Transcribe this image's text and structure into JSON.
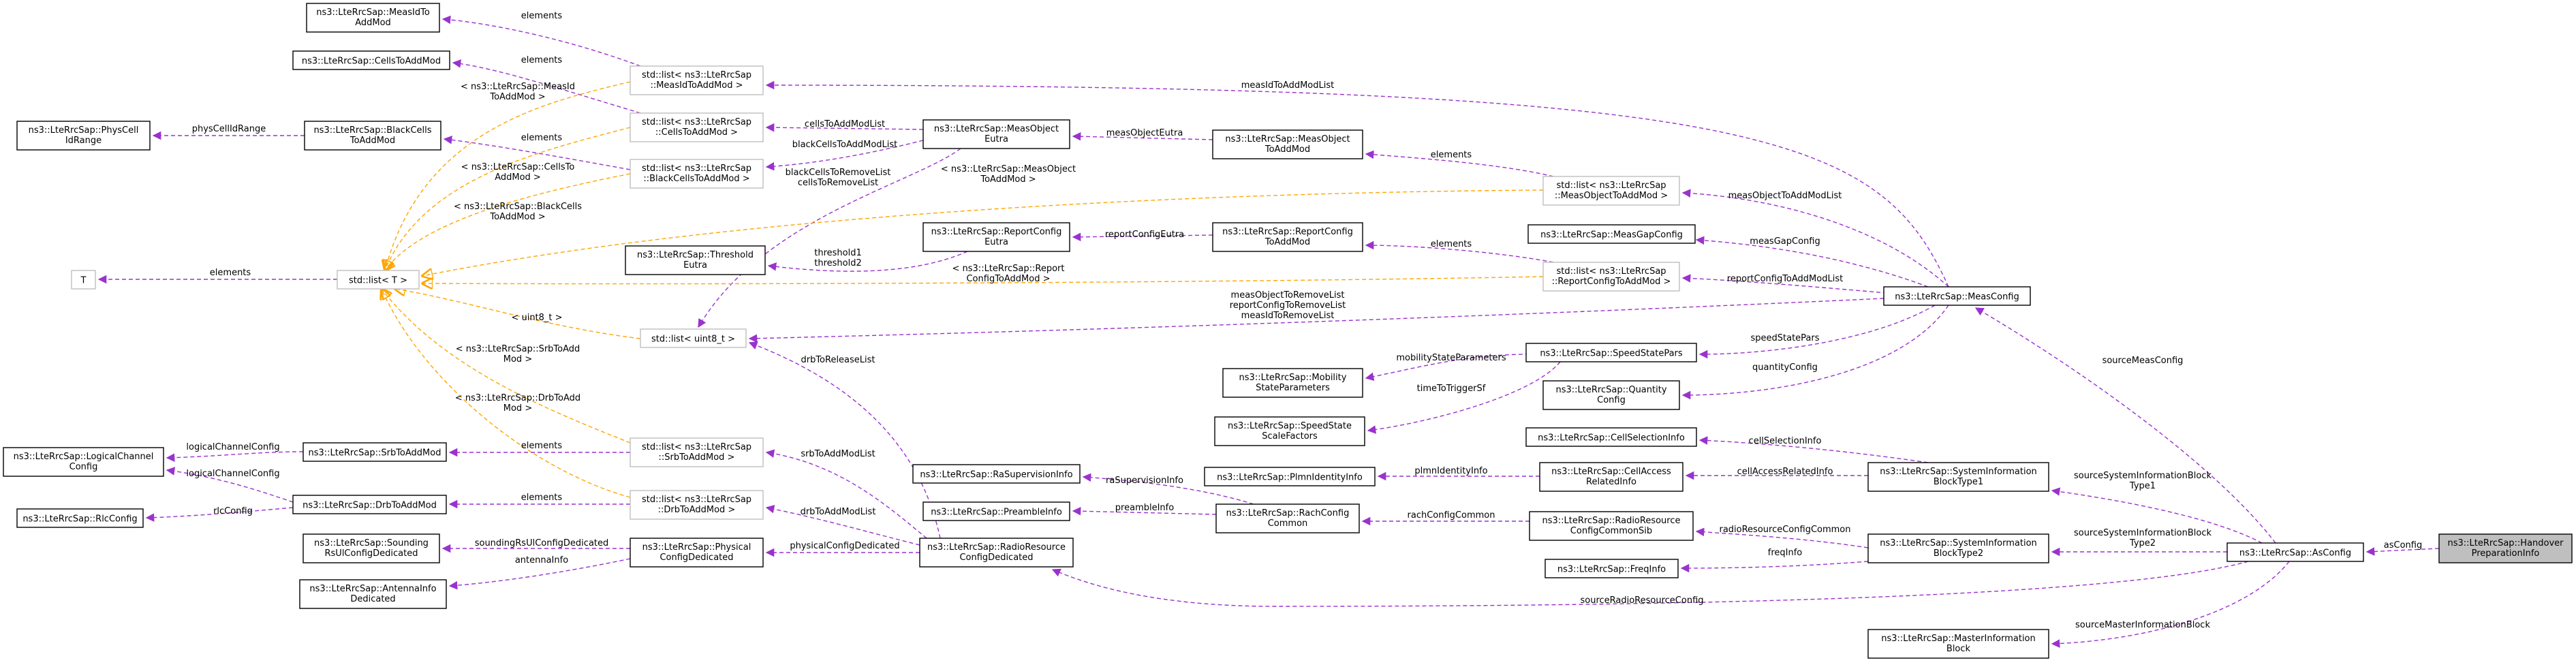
{
  "colors": {
    "usage": "#9a32cd",
    "template": "#ffa500",
    "focus_fill": "#bfbfbf",
    "box_border": "#000000",
    "template_box_border": "#bfbfbf"
  },
  "nodes": {
    "measIdToAddMod": {
      "lines": [
        "ns3::LteRrcSap::MeasIdTo",
        "AddMod"
      ]
    },
    "cellsToAddMod": {
      "lines": [
        "ns3::LteRrcSap::CellsToAddMod"
      ]
    },
    "physCellIdRange": {
      "lines": [
        "ns3::LteRrcSap::PhysCell",
        "IdRange"
      ]
    },
    "blackCellsToAddMod": {
      "lines": [
        "ns3::LteRrcSap::BlackCells",
        "ToAddMod"
      ]
    },
    "T": {
      "lines": [
        "T"
      ]
    },
    "stdList": {
      "lines": [
        "std::list< T >"
      ]
    },
    "listMeasIdToAddMod": {
      "lines": [
        "std::list< ns3::LteRrcSap",
        "::MeasIdToAddMod >"
      ]
    },
    "listCellsToAddMod": {
      "lines": [
        "std::list< ns3::LteRrcSap",
        "::CellsToAddMod >"
      ]
    },
    "listBlackCellsToAddMod": {
      "lines": [
        "std::list< ns3::LteRrcSap",
        "::BlackCellsToAddMod >"
      ]
    },
    "thresholdEutra": {
      "lines": [
        "ns3::LteRrcSap::Threshold",
        "Eutra"
      ]
    },
    "listUint8": {
      "lines": [
        "std::list< uint8_t >"
      ]
    },
    "measObjectEutra": {
      "lines": [
        "ns3::LteRrcSap::MeasObject",
        "Eutra"
      ]
    },
    "reportConfigEutra": {
      "lines": [
        "ns3::LteRrcSap::ReportConfig",
        "Eutra"
      ]
    },
    "measObjectToAddMod": {
      "lines": [
        "ns3::LteRrcSap::MeasObject",
        "ToAddMod"
      ]
    },
    "reportConfigToAddMod": {
      "lines": [
        "ns3::LteRrcSap::ReportConfig",
        "ToAddMod"
      ]
    },
    "listMeasObjectToAddMod": {
      "lines": [
        "std::list< ns3::LteRrcSap",
        "::MeasObjectToAddMod >"
      ]
    },
    "measGapConfig": {
      "lines": [
        "ns3::LteRrcSap::MeasGapConfig"
      ]
    },
    "listReportConfigToAddMod": {
      "lines": [
        "std::list< ns3::LteRrcSap",
        "::ReportConfigToAddMod >"
      ]
    },
    "measConfig": {
      "lines": [
        "ns3::LteRrcSap::MeasConfig"
      ]
    },
    "speedStatePars": {
      "lines": [
        "ns3::LteRrcSap::SpeedStatePars"
      ]
    },
    "mobilityStateParameters": {
      "lines": [
        "ns3::LteRrcSap::Mobility",
        "StateParameters"
      ]
    },
    "speedStateScaleFactors": {
      "lines": [
        "ns3::LteRrcSap::SpeedState",
        "ScaleFactors"
      ]
    },
    "quantityConfig": {
      "lines": [
        "ns3::LteRrcSap::Quantity",
        "Config"
      ]
    },
    "cellSelectionInfo": {
      "lines": [
        "ns3::LteRrcSap::CellSelectionInfo"
      ]
    },
    "logicalChannelConfig": {
      "lines": [
        "ns3::LteRrcSap::LogicalChannel",
        "Config"
      ]
    },
    "srbToAddMod": {
      "lines": [
        "ns3::LteRrcSap::SrbToAddMod"
      ]
    },
    "listSrbToAddMod": {
      "lines": [
        "std::list< ns3::LteRrcSap",
        "::SrbToAddMod >"
      ]
    },
    "raSupervisionInfo": {
      "lines": [
        "ns3::LteRrcSap::RaSupervisionInfo"
      ]
    },
    "plmnIdentityInfo": {
      "lines": [
        "ns3::LteRrcSap::PlmnIdentityInfo"
      ]
    },
    "cellAccessRelatedInfo": {
      "lines": [
        "ns3::LteRrcSap::CellAccess",
        "RelatedInfo"
      ]
    },
    "sib1": {
      "lines": [
        "ns3::LteRrcSap::SystemInformation",
        "BlockType1"
      ]
    },
    "rlcConfig": {
      "lines": [
        "ns3::LteRrcSap::RlcConfig"
      ]
    },
    "drbToAddMod": {
      "lines": [
        "ns3::LteRrcSap::DrbToAddMod"
      ]
    },
    "listDrbToAddMod": {
      "lines": [
        "std::list< ns3::LteRrcSap",
        "::DrbToAddMod >"
      ]
    },
    "preambleInfo": {
      "lines": [
        "ns3::LteRrcSap::PreambleInfo"
      ]
    },
    "rachConfigCommon": {
      "lines": [
        "ns3::LteRrcSap::RachConfig",
        "Common"
      ]
    },
    "radioResourceConfigCommonSib": {
      "lines": [
        "ns3::LteRrcSap::RadioResource",
        "ConfigCommonSib"
      ]
    },
    "asConfig": {
      "lines": [
        "ns3::LteRrcSap::AsConfig"
      ]
    },
    "handoverPreparationInfo": {
      "lines": [
        "ns3::LteRrcSap::Handover",
        "PreparationInfo"
      ]
    },
    "soundingRsUlConfigDedicated": {
      "lines": [
        "ns3::LteRrcSap::Sounding",
        "RsUlConfigDedicated"
      ]
    },
    "physicalConfigDedicated": {
      "lines": [
        "ns3::LteRrcSap::Physical",
        "ConfigDedicated"
      ]
    },
    "radioResourceConfigDedicated": {
      "lines": [
        "ns3::LteRrcSap::RadioResource",
        "ConfigDedicated"
      ]
    },
    "antennaInfoDedicated": {
      "lines": [
        "ns3::LteRrcSap::AntennaInfo",
        "Dedicated"
      ]
    },
    "freqInfo": {
      "lines": [
        "ns3::LteRrcSap::FreqInfo"
      ]
    },
    "sib2": {
      "lines": [
        "ns3::LteRrcSap::SystemInformation",
        "BlockType2"
      ]
    },
    "mib": {
      "lines": [
        "ns3::LteRrcSap::MasterInformation",
        "Block"
      ]
    }
  },
  "edges": {
    "e_measIdToAddMod_elements": [
      "elements"
    ],
    "e_cellsToAddMod_elements": [
      "elements"
    ],
    "e_physCellIdRange": [
      "physCellIdRange"
    ],
    "e_blackCells_elements": [
      "elements"
    ],
    "e_T_elements": [
      "elements"
    ],
    "e_measIdToAddModList": [
      "measIdToAddModList"
    ],
    "e_cellsToAddModList": [
      "cellsToAddModList"
    ],
    "e_blackCellsToAddModList": [
      "blackCellsToAddModList"
    ],
    "e_measObjectEutra": [
      "measObjectEutra"
    ],
    "e_measObjectToAddMod_elements": [
      "elements"
    ],
    "e_measObjectToAddModList": [
      "measObjectToAddModList"
    ],
    "e_reportConfigEutra": [
      "reportConfigEutra"
    ],
    "e_reportConfigToAddMod_elements": [
      "elements"
    ],
    "e_reportConfigToAddModList": [
      "reportConfigToAddModList"
    ],
    "e_measGapConfig": [
      "measGapConfig"
    ],
    "e_threshold": [
      "threshold1",
      "threshold2"
    ],
    "e_cellsToRemoveList": [
      "blackCellsToRemoveList",
      "cellsToRemoveList"
    ],
    "e_measConfig_uint8": [
      "measObjectToRemoveList",
      "reportConfigToRemoveList",
      "measIdToRemoveList"
    ],
    "e_drbToReleaseList": [
      "drbToReleaseList"
    ],
    "e_speedStatePars": [
      "speedStatePars"
    ],
    "e_mobilityStateParameters": [
      "mobilityStateParameters"
    ],
    "e_timeToTriggerSf": [
      "timeToTriggerSf"
    ],
    "e_quantityConfig": [
      "quantityConfig"
    ],
    "e_sourceMeasConfig": [
      "sourceMeasConfig"
    ],
    "e_cellSelectionInfo": [
      "cellSelectionInfo"
    ],
    "e_cellAccessRelatedInfo": [
      "cellAccessRelatedInfo"
    ],
    "e_plmnIdentityInfo": [
      "plmnIdentityInfo"
    ],
    "e_raSupervisionInfo": [
      "raSupervisionInfo"
    ],
    "e_preambleInfo": [
      "preambleInfo"
    ],
    "e_rachConfigCommon": [
      "rachConfigCommon"
    ],
    "e_radioResourceConfigCommon": [
      "radioResourceConfigCommon"
    ],
    "e_freqInfo": [
      "freqInfo"
    ],
    "e_sib1": [
      "sourceSystemInformationBlock",
      "Type1"
    ],
    "e_sib2": [
      "sourceSystemInformationBlock",
      "Type2"
    ],
    "e_mib": [
      "sourceMasterInformationBlock"
    ],
    "e_asConfig": [
      "asConfig"
    ],
    "e_sourceRadioResourceConfig": [
      "sourceRadioResourceConfig"
    ],
    "e_logicalChannelConfig1": [
      "logicalChannelConfig"
    ],
    "e_logicalChannelConfig2": [
      "logicalChannelConfig"
    ],
    "e_srb_elements": [
      "elements"
    ],
    "e_drb_elements": [
      "elements"
    ],
    "e_rlcConfig": [
      "rlcConfig"
    ],
    "e_srbToAddModList": [
      "srbToAddModList"
    ],
    "e_drbToAddModList": [
      "drbToAddModList"
    ],
    "e_soundingRsUl": [
      "soundingRsUlConfigDedicated"
    ],
    "e_antennaInfo": [
      "antennaInfo"
    ],
    "e_physicalConfigDedicated": [
      "physicalConfigDedicated"
    ],
    "t_measIdToAddMod": [
      "< ns3::LteRrcSap::MeasId",
      "ToAddMod >"
    ],
    "t_cellsToAddMod": [
      "< ns3::LteRrcSap::CellsTo",
      "AddMod >"
    ],
    "t_blackCellsToAddMod": [
      "< ns3::LteRrcSap::BlackCells",
      "ToAddMod >"
    ],
    "t_measObjectToAddMod": [
      "< ns3::LteRrcSap::MeasObject",
      "ToAddMod >"
    ],
    "t_reportConfigToAddMod": [
      "< ns3::LteRrcSap::Report",
      "ConfigToAddMod >"
    ],
    "t_uint8": [
      "< uint8_t >"
    ],
    "t_srbToAddMod": [
      "< ns3::LteRrcSap::SrbToAdd",
      "Mod >"
    ],
    "t_drbToAddMod": [
      "< ns3::LteRrcSap::DrbToAdd",
      "Mod >"
    ]
  }
}
